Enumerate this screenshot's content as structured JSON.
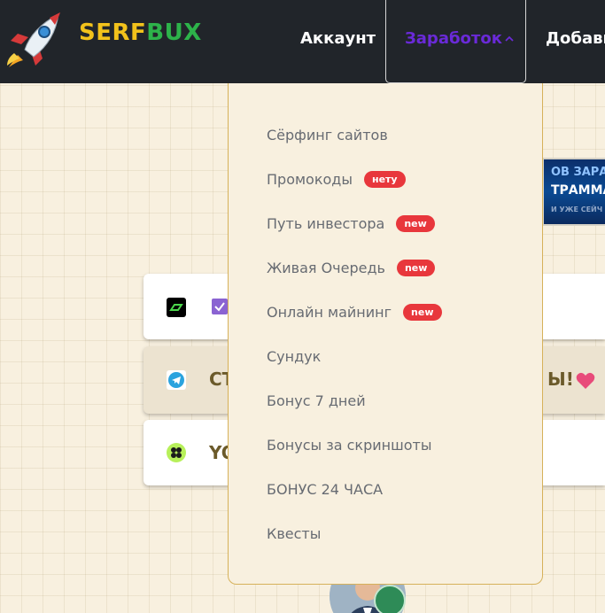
{
  "brand": {
    "part1": "SERF",
    "part2": "BUX",
    "color1": "#f2c21b",
    "color2": "#2db34a"
  },
  "nav": {
    "account": "Аккаунт",
    "earn": "Заработок",
    "add": "Добави",
    "active_color": "#6a2ad8"
  },
  "dropdown": {
    "items": [
      {
        "label": "Сёрфинг сайтов"
      },
      {
        "label": "Промокоды",
        "badge": "нету"
      },
      {
        "label": "Путь инвестора",
        "badge": "new"
      },
      {
        "label": "Живая Очередь",
        "badge": "new"
      },
      {
        "label": "Онлайн майнинг",
        "badge": "new"
      },
      {
        "label": "Сундук"
      },
      {
        "label": "Бонус 7 дней"
      },
      {
        "label": "Бонусы за скриншоты"
      },
      {
        "label": "БОНУС 24 ЧАСА"
      },
      {
        "label": "Квесты"
      }
    ],
    "badge_color": "#e8373c"
  },
  "banner": {
    "line1": "ОВ ЗАРАБ",
    "line2": "ТРАММА",
    "line3": "И УЖЕ СЕЙЧ"
  },
  "cards": {
    "card2_left": "СТ",
    "card2_right": "Ы!",
    "card3_text": "YO"
  },
  "icons": {
    "logo": "rocket-icon",
    "nav_chevron": "chevron-up-icon",
    "card1": "link-app-icon",
    "card1_check": "checkbox-icon",
    "card2": "telegram-icon",
    "card2_heart": "heart-icon",
    "card3": "clover-icon"
  }
}
